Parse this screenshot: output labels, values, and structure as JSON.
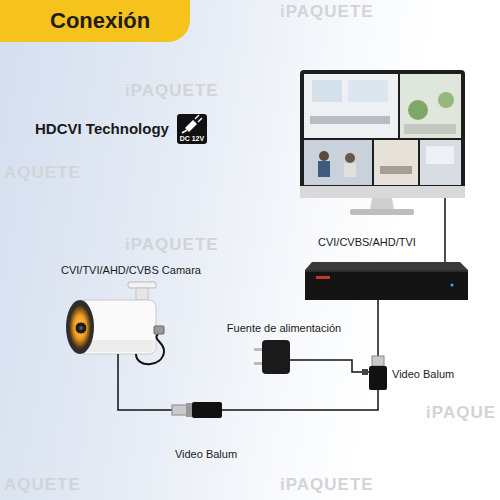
{
  "diagram": {
    "title": "Conexión",
    "nodes": [
      {
        "text": [
          "CVI/CVBS/AHD/TVI"
        ]
      },
      {
        "text": [
          "CVI/TVI/AHD/CVBS Camara"
        ]
      },
      {
        "text": [
          "Fuente de alimentación"
        ]
      },
      {
        "text": [
          "Video Balum"
        ]
      },
      {
        "text": [
          "Video Balum"
        ]
      }
    ],
    "edges": [
      {
        "from": 1,
        "to": 4,
        "arrow": "none"
      },
      {
        "from": 4,
        "to": 3,
        "arrow": "none"
      },
      {
        "from": 2,
        "to": 3,
        "arrow": "none"
      },
      {
        "from": 3,
        "to": 0,
        "arrow": "none"
      }
    ],
    "labels": [
      "HDCVI Technology",
      "DC 12V",
      "iPAQUETE",
      "iPAQUETE",
      "AQUETE",
      "iPAQUETE",
      "iPAQUE",
      "AQUETE",
      "iPAQUETE"
    ]
  }
}
